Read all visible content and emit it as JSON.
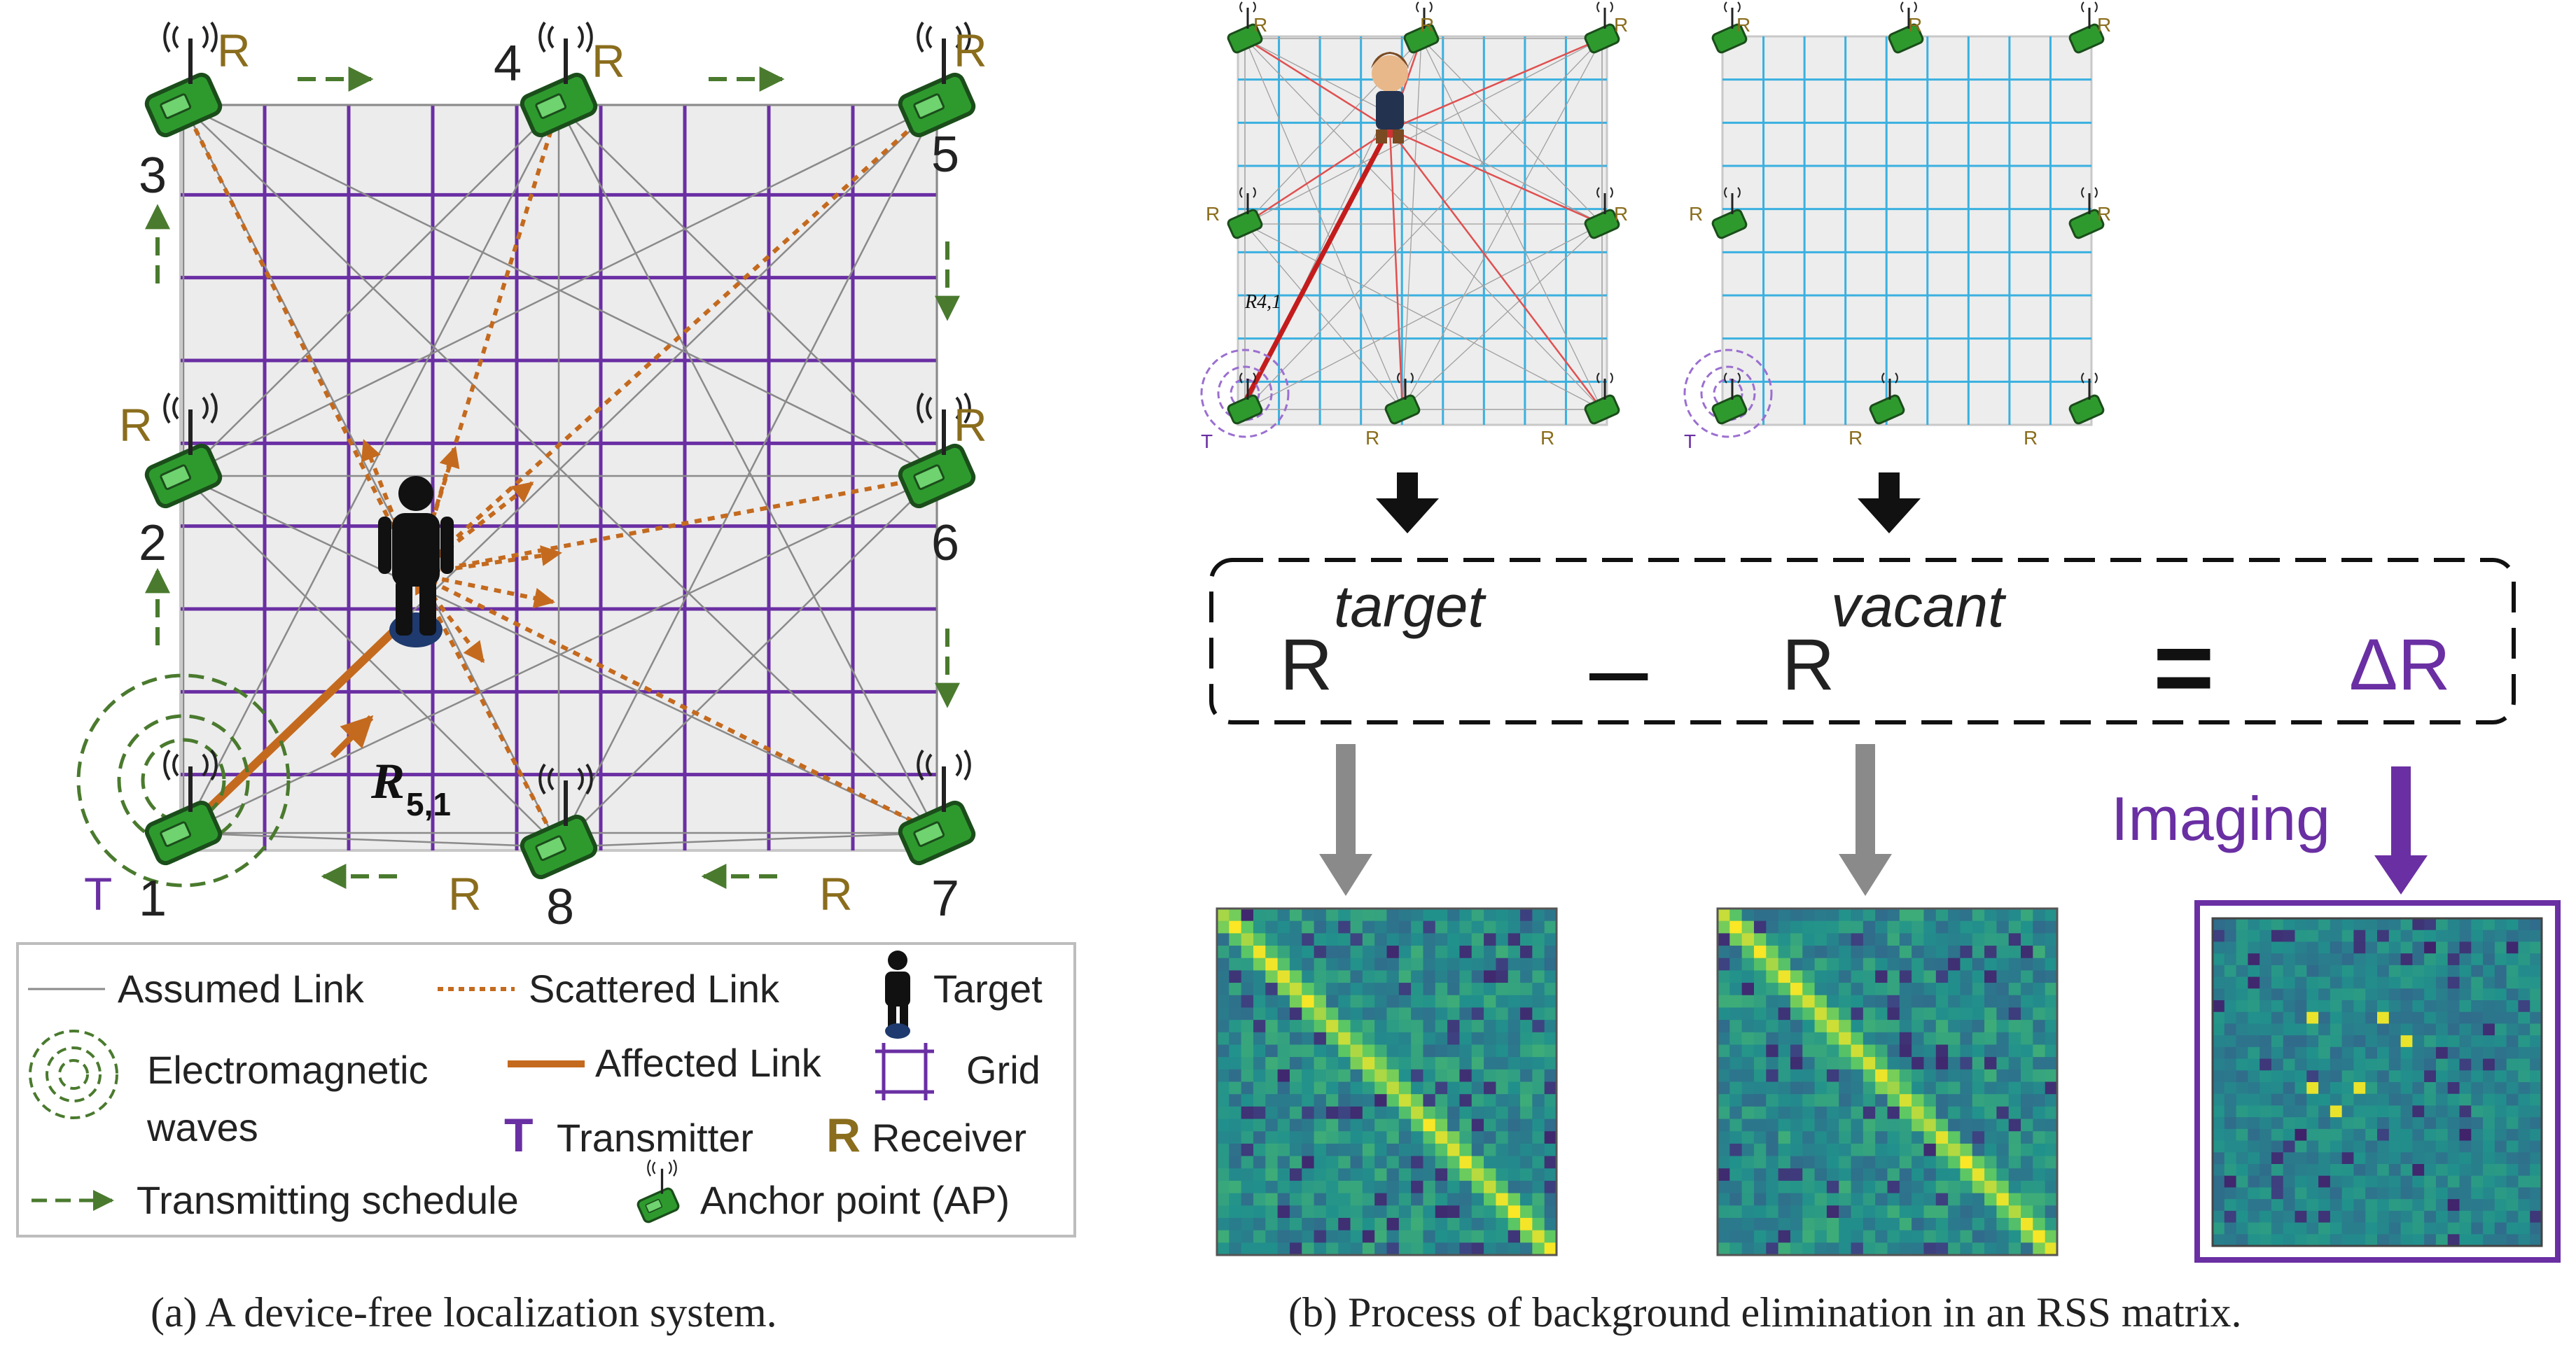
{
  "panel_a": {
    "caption": "(a)  A device-free localization system.",
    "nodes": [
      {
        "num": "1",
        "role": "T"
      },
      {
        "num": "2",
        "role": "R"
      },
      {
        "num": "3",
        "role": "R"
      },
      {
        "num": "4",
        "role": "R"
      },
      {
        "num": "5",
        "role": "R"
      },
      {
        "num": "6",
        "role": "R"
      },
      {
        "num": "7",
        "role": "R"
      },
      {
        "num": "8",
        "role": "R"
      }
    ],
    "link_label": {
      "main": "R",
      "sub": "5,1"
    },
    "legend": {
      "assumed": "Assumed Link",
      "scattered": "Scattered Link",
      "target": "Target",
      "em_line1": "Electromagnetic",
      "em_line2": "waves",
      "affected": "Affected Link",
      "grid": "Grid",
      "t_letter": "T",
      "transmitter": "Transmitter",
      "r_letter": "R",
      "receiver": "Receiver",
      "schedule": "Transmitting  schedule",
      "ap": "Anchor point (AP)"
    }
  },
  "panel_b": {
    "caption": "(b)  Process of background elimination in an RSS matrix.",
    "mini_left": {
      "r": "R",
      "t": "T",
      "link": "R4,1"
    },
    "mini_right": {
      "r": "R",
      "t": "T"
    },
    "equation": {
      "r1": "R",
      "sup1": "target",
      "minus": "–",
      "r2": "R",
      "sup2": "vacant",
      "equals": "=",
      "result": "ΔR"
    },
    "imaging_label": "Imaging"
  },
  "colors": {
    "purple": "#6a2fa3",
    "orange": "#c46a1e",
    "green_dash": "#4a7a2e",
    "gold": "#8a6d1d",
    "grid_cyan": "#3ab0e0",
    "device_green": "#2a8c2a",
    "panel_bg": "#ececec"
  }
}
